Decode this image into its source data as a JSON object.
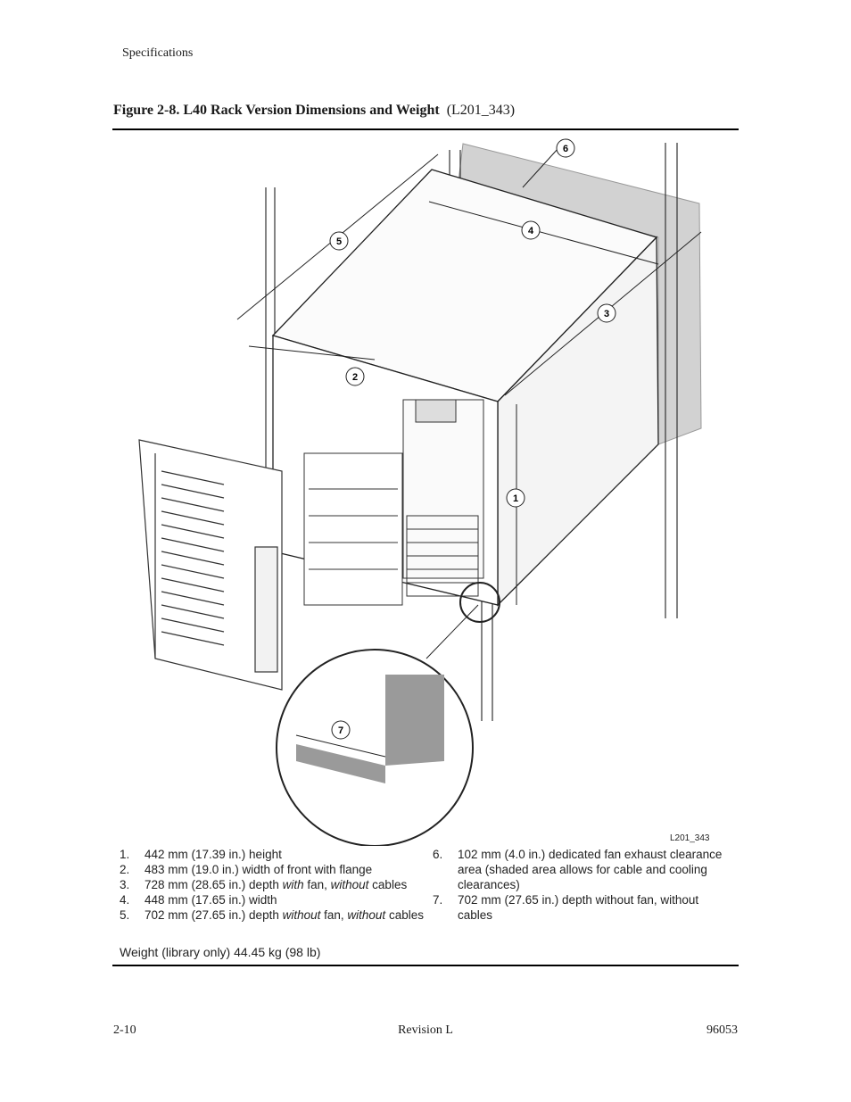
{
  "header": {
    "running_head": "Specifications"
  },
  "figure": {
    "label": "Figure 2-8. L40 Rack Version Dimensions and Weight",
    "code": "(L201_343)",
    "art_id": "L201_343",
    "callouts": [
      "1",
      "2",
      "3",
      "4",
      "5",
      "6",
      "7"
    ]
  },
  "legend": {
    "left": [
      {
        "num": "1.",
        "text": "442 mm (17.39 in.) height"
      },
      {
        "num": "2.",
        "text": "483 mm (19.0 in.) width of front with flange"
      },
      {
        "num": "3.",
        "pre": "728 mm (28.65 in.) depth ",
        "em1": "with",
        "mid": " fan, ",
        "em2": "without",
        "post": " cables"
      },
      {
        "num": "4.",
        "text": "448 mm (17.65 in.) width"
      },
      {
        "num": "5.",
        "pre": "702 mm (27.65 in.) depth ",
        "em1": "without",
        "mid": " fan, ",
        "em2": "without",
        "post": " cables"
      }
    ],
    "right": [
      {
        "num": "6.",
        "text": "102 mm (4.0 in.) dedicated fan exhaust clearance area (shaded area allows for cable and cooling clearances)"
      },
      {
        "num": "7.",
        "text": "702 mm (27.65 in.) depth without fan, without cables"
      }
    ]
  },
  "weight": "Weight (library only) 44.45 kg (98 lb)",
  "footer": {
    "left": "2-10",
    "center": "Revision L",
    "right": "96053"
  }
}
